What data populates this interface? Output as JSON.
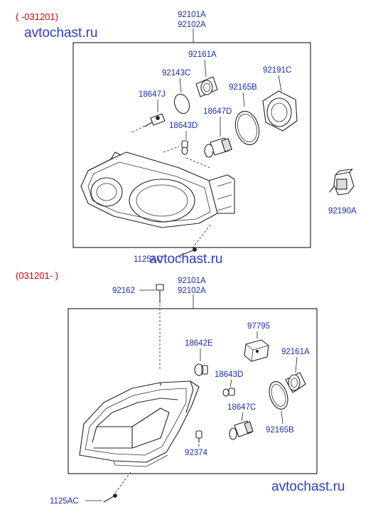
{
  "watermark": "avtochast.ru",
  "sections": [
    {
      "range": "( -031201)"
    },
    {
      "range": "(031201- )"
    }
  ],
  "labels": {
    "top": {
      "assembly_a": "92101A",
      "assembly_b": "92102A",
      "socket_a": "92161A",
      "ring_c": "92143C",
      "cover_c": "92191C",
      "clip_j": "18647J",
      "seal_b": "92165B",
      "bulb_d": "18647D",
      "bulb_small_d": "18643D",
      "actuator_a": "92190A",
      "screw": "1125AC"
    },
    "bottom": {
      "assembly_a": "92101A",
      "assembly_b": "92102A",
      "bolt": "92162",
      "relay": "97795",
      "bulb_e": "18642E",
      "socket_a": "92161A",
      "bulb_small_d": "18643D",
      "bulb_c": "18647C",
      "seal_b": "92165B",
      "grommet": "92374",
      "screw": "1125AC"
    }
  },
  "colors": {
    "label": "#1a2fa8",
    "range": "#d40000",
    "watermark": "#2c3cc8",
    "line": "#222222"
  }
}
